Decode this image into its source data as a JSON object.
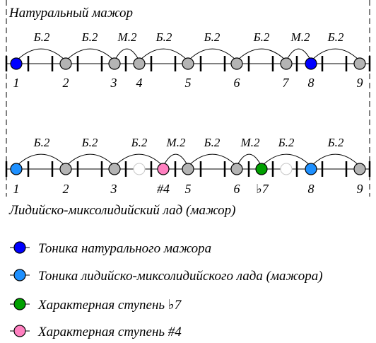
{
  "row1": {
    "title": "Натуральный мажор",
    "intervals": [
      "Б.2",
      "Б.2",
      "М.2",
      "Б.2",
      "Б.2",
      "Б.2",
      "М.2",
      "Б.2"
    ],
    "degrees": [
      "1",
      "2",
      "3",
      "4",
      "5",
      "6",
      "7",
      "8",
      "9"
    ],
    "node_kinds": [
      "tonic-natural",
      "grey",
      "grey",
      "grey",
      "grey",
      "grey",
      "grey",
      "tonic-natural",
      "grey"
    ]
  },
  "row2": {
    "title": "Лидийско-миксолидийский лад (мажор)",
    "intervals": [
      "Б.2",
      "Б.2",
      "Б.2",
      "М.2",
      "Б.2",
      "М.2",
      "Б.2",
      "Б.2"
    ],
    "degrees": [
      "1",
      "2",
      "3",
      "#4",
      "5",
      "6",
      "♭7",
      "8",
      "9"
    ],
    "node_kinds": [
      "tonic-lm",
      "grey",
      "grey",
      "empty",
      "char-4",
      "grey",
      "grey",
      "char-7",
      "empty",
      "tonic-lm",
      "grey"
    ]
  },
  "legend": [
    {
      "kind": "tonic-natural",
      "label": "Тоника натурального мажора"
    },
    {
      "kind": "tonic-lm",
      "label": "Тоника лидийско-миксолидийского лада (мажора)"
    },
    {
      "kind": "char-7",
      "label": "Характерная ступень  ♭7"
    },
    {
      "kind": "char-4",
      "label": "Характерная ступень  #4"
    }
  ],
  "colors": {
    "tonic-natural": "#0000ff",
    "tonic-lm": "#1e90ff",
    "char-7": "#00a000",
    "char-4": "#ff80c0",
    "grey": "#b4b4b4",
    "empty": "#ffffff"
  }
}
